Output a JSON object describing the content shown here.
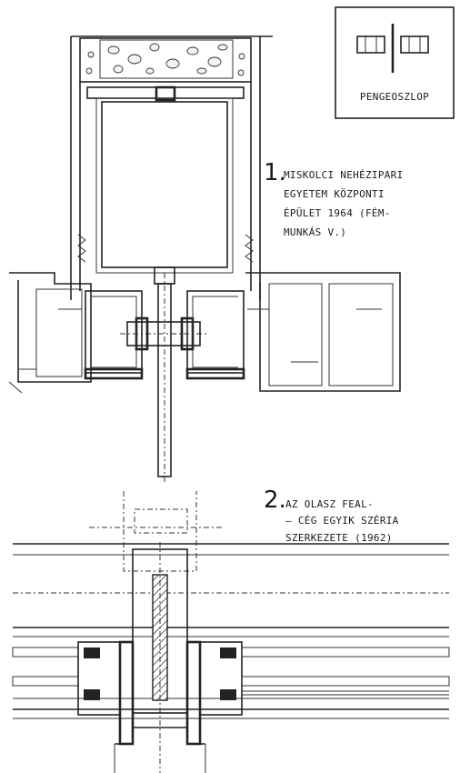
{
  "legend": {
    "title": "PENGEOSZLOP"
  },
  "detail1": {
    "number": "1.",
    "lines": [
      "MISKOLCI NEHÉZIPARI",
      "EGYETEM KÖZPONTI",
      "ÉPÜLET 1964 (FÉM-",
      "MUNKÁS V.)"
    ]
  },
  "detail2": {
    "number": "2.",
    "lines": [
      "AZ OLASZ  FEAL-",
      "– CÉG EGYIK SZÉRIA",
      "SZERKEZETE (1962)"
    ]
  }
}
